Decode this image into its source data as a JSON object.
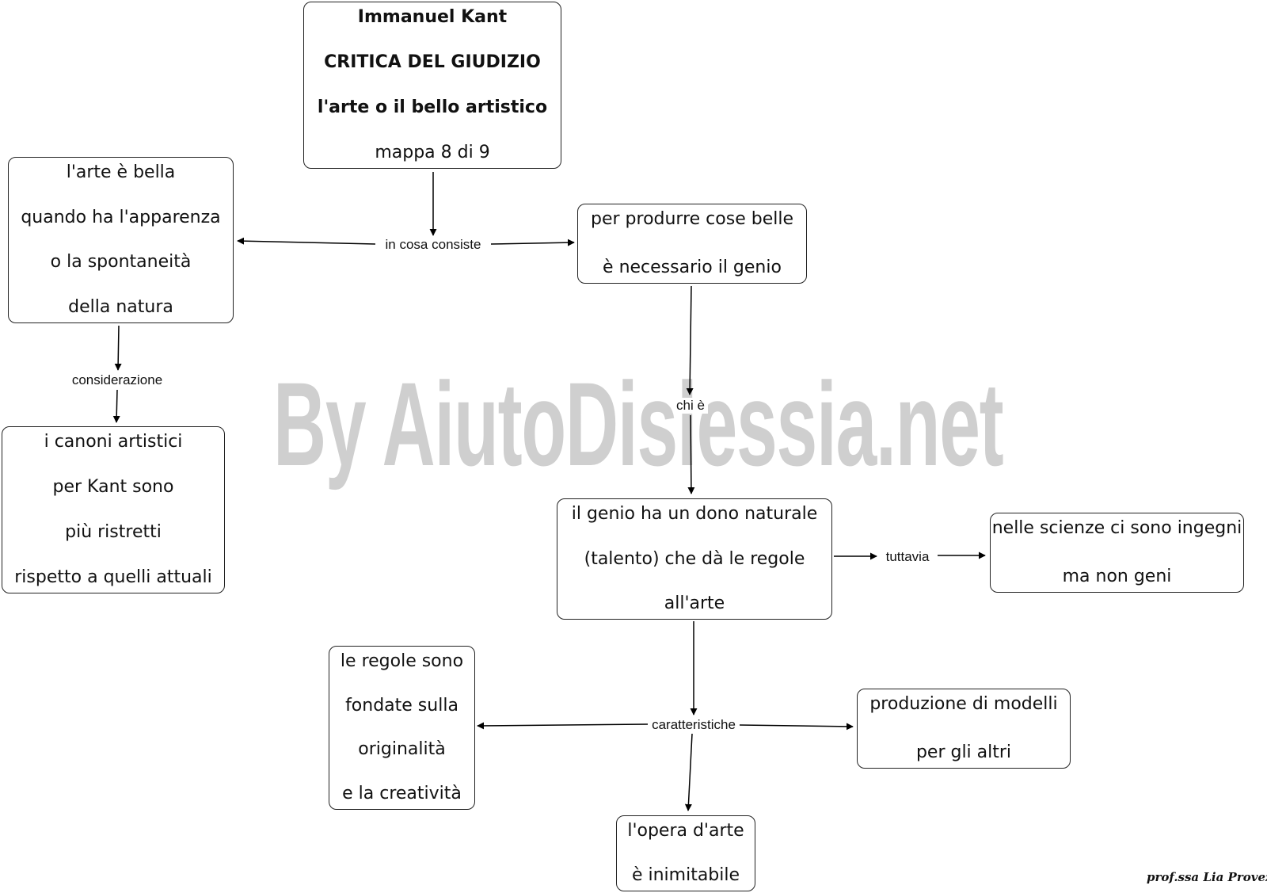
{
  "watermark": "By AiutoDislessia.net",
  "signature": "prof.ssa Lia Provezza",
  "nodes": {
    "title": {
      "lines": [
        "Immanuel Kant",
        "CRITICA DEL GIUDIZIO",
        "l'arte o il bello artistico",
        "mappa 8 di 9"
      ]
    },
    "arte_bella": {
      "lines": [
        "l'arte è bella",
        "quando ha l'apparenza",
        "o la spontaneità",
        "della natura"
      ]
    },
    "produrre": {
      "lines": [
        "per produrre cose belle",
        "è necessario il genio"
      ]
    },
    "canoni": {
      "lines": [
        "i canoni artistici",
        "per Kant sono",
        "più ristretti",
        "rispetto a quelli attuali"
      ]
    },
    "genio": {
      "lines": [
        "il genio ha un dono naturale",
        "(talento) che dà le regole",
        "all'arte"
      ]
    },
    "scienze": {
      "lines": [
        "nelle scienze ci sono ingegni",
        "ma non geni"
      ]
    },
    "regole": {
      "lines": [
        "le regole sono",
        "fondate sulla",
        "originalità",
        "e la creatività"
      ]
    },
    "modelli": {
      "lines": [
        "produzione di modelli",
        "per gli altri"
      ]
    },
    "opera": {
      "lines": [
        "l'opera d'arte",
        "è inimitabile"
      ]
    }
  },
  "edge_labels": {
    "in_cosa_consiste": "in cosa consiste",
    "considerazione": "considerazione",
    "chi_e": "chi è",
    "tuttavia": "tuttavia",
    "caratteristiche": "caratteristiche"
  }
}
